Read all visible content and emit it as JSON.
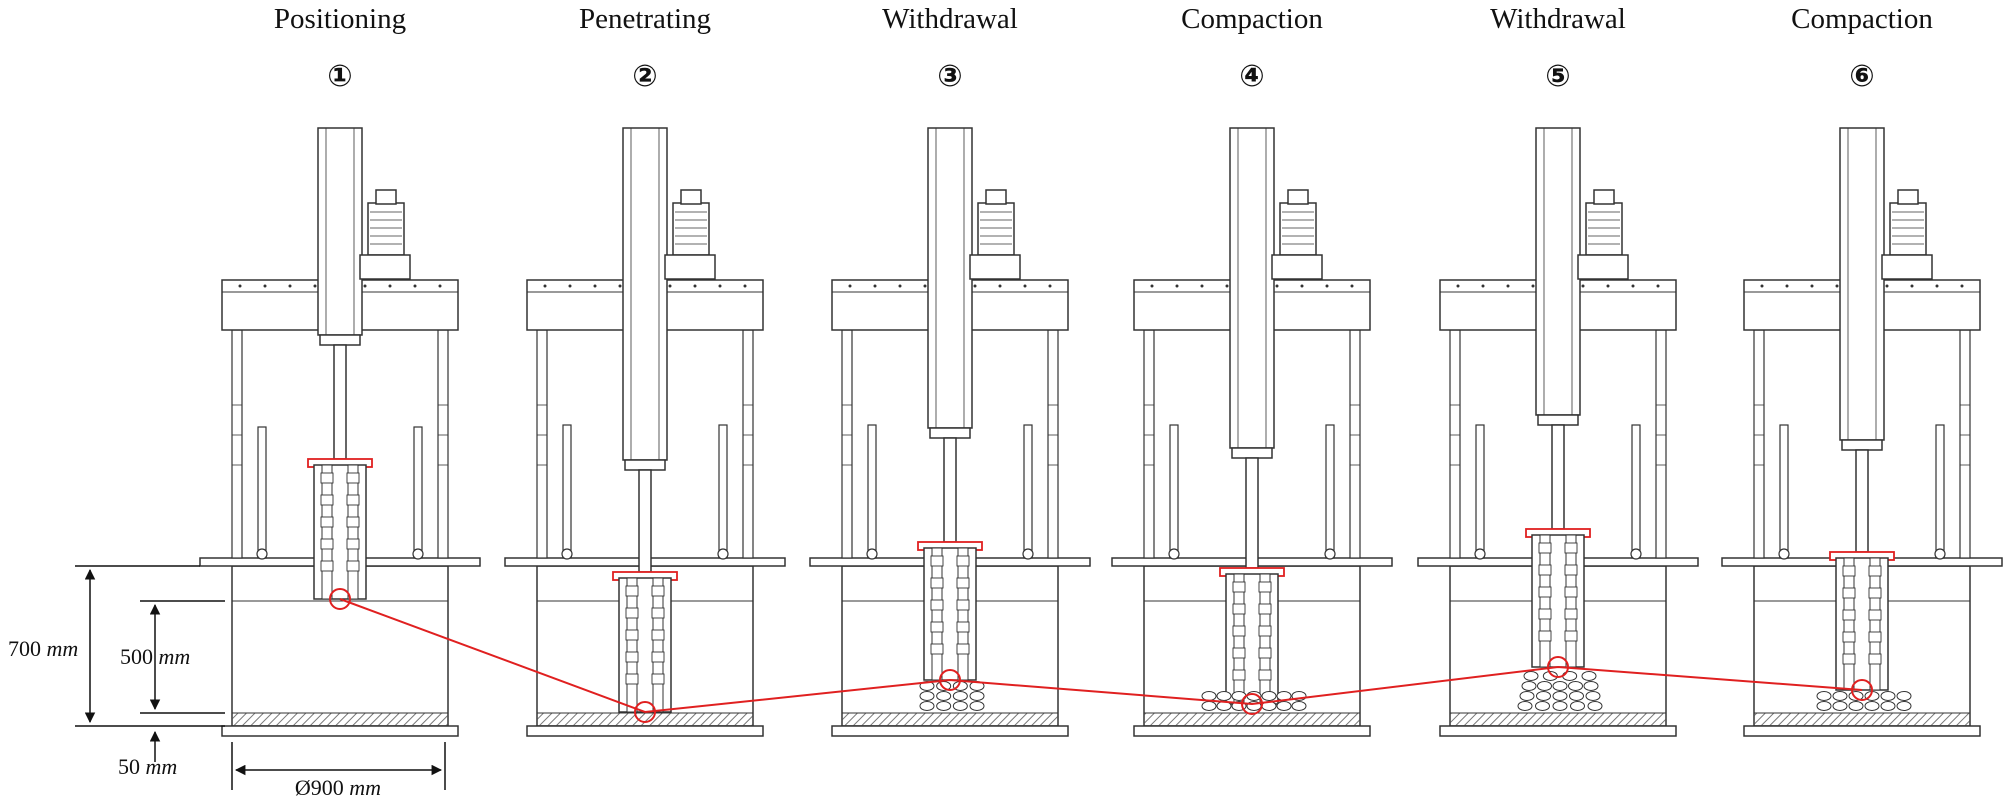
{
  "stages": [
    {
      "number": "①",
      "title": "Positioning"
    },
    {
      "number": "②",
      "title": "Penetrating"
    },
    {
      "number": "③",
      "title": "Withdrawal"
    },
    {
      "number": "④",
      "title": "Compaction"
    },
    {
      "number": "⑤",
      "title": "Withdrawal"
    },
    {
      "number": "⑥",
      "title": "Compaction"
    }
  ],
  "dimensions": {
    "tank_height": {
      "value": "700",
      "unit": "mm"
    },
    "soil_depth": {
      "value": "500",
      "unit": "mm"
    },
    "base_thickness": {
      "value": "50",
      "unit": "mm"
    },
    "tank_diameter": {
      "value": "Ø900",
      "unit": "mm"
    }
  },
  "colors": {
    "line": "#333333",
    "highlight": "#e02020",
    "hatch": "#777777"
  }
}
